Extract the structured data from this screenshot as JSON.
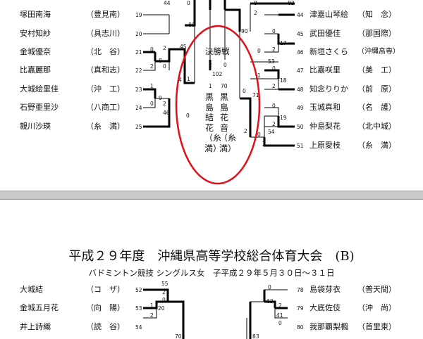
{
  "page1": {
    "left_players": [
      {
        "name": "塚田南海",
        "school": "（豊見南）",
        "seed": "19"
      },
      {
        "name": "安村知紗",
        "school": "（具志川）",
        "seed": "20"
      },
      {
        "name": "金城優奈",
        "school": "（北　谷）",
        "seed": "21"
      },
      {
        "name": "比嘉麗那",
        "school": "（真和志）",
        "seed": "22"
      },
      {
        "name": "大城絵里佳",
        "school": "（沖　工）",
        "seed": "23"
      },
      {
        "name": "石野亜里沙",
        "school": "（八商工）",
        "seed": "24"
      },
      {
        "name": "親川沙瑛",
        "school": "（糸　満）",
        "seed": "25"
      }
    ],
    "right_players": [
      {
        "seed": "44",
        "name": "津嘉山琴絵",
        "school": "（知　念）"
      },
      {
        "seed": "45",
        "name": "武田優佳",
        "school": "（那国際）"
      },
      {
        "seed": "46",
        "name": "新垣さくら",
        "school": "（沖縄高専）"
      },
      {
        "seed": "47",
        "name": "比嘉咲里",
        "school": "（美　工）"
      },
      {
        "seed": "48",
        "name": "知念りりか",
        "school": "（前　原）"
      },
      {
        "seed": "49",
        "name": "玉城真和",
        "school": "（名　護）"
      },
      {
        "seed": "50",
        "name": "仲島梨花",
        "school": "（北中城）"
      },
      {
        "seed": "51",
        "name": "上原愛枝",
        "school": "（糸　満）"
      }
    ],
    "top_partial": [
      "44",
      "82",
      "0",
      "2"
    ],
    "final": {
      "label": "決勝戦",
      "score_left": "2",
      "score_right": "0",
      "match_no": "102",
      "player_left": "黒島結花（糸満）",
      "player_right": "黒島花音（糸満）",
      "seed_left": "1",
      "seed_right": "70"
    },
    "match_numbers": [
      "45",
      "88",
      "90",
      "53",
      "71",
      "46",
      "8",
      "9",
      "17",
      "18",
      "54",
      "19"
    ],
    "scores": [
      "0",
      "2",
      "2",
      "0",
      "1",
      "0",
      "4",
      "2",
      "0",
      "2",
      "0",
      "2",
      "0",
      "1",
      "0",
      "2",
      "0",
      "0",
      "2",
      "0",
      "2",
      "1",
      "0"
    ]
  },
  "page2": {
    "title": "平成２９年度　沖縄県高等学校総合体育大会　(B)",
    "subtitle": "バドミントン競技 シングルス女　子平成２９年５月３０日～３１日",
    "left_players": [
      {
        "name": "大城結",
        "school": "（コ　ザ）",
        "seed": "52"
      },
      {
        "name": "金城五月花",
        "school": "（向　陽）",
        "seed": "53"
      },
      {
        "name": "井上詩織",
        "school": "（読　谷）",
        "seed": "54"
      }
    ],
    "right_players": [
      {
        "seed": "78",
        "name": "島袋芽衣",
        "school": "（普天間）"
      },
      {
        "seed": "79",
        "name": "大底佐伎",
        "school": "（沖　尚）"
      },
      {
        "seed": "80",
        "name": "我那覇梨楓",
        "school": "（首里東）"
      }
    ],
    "match_numbers": [
      "55",
      "20",
      "63",
      "41",
      "70",
      "83"
    ],
    "scores": [
      "2",
      "0",
      "1",
      "2",
      "0",
      "2",
      "0"
    ]
  },
  "annotation_color": "#e0101a"
}
